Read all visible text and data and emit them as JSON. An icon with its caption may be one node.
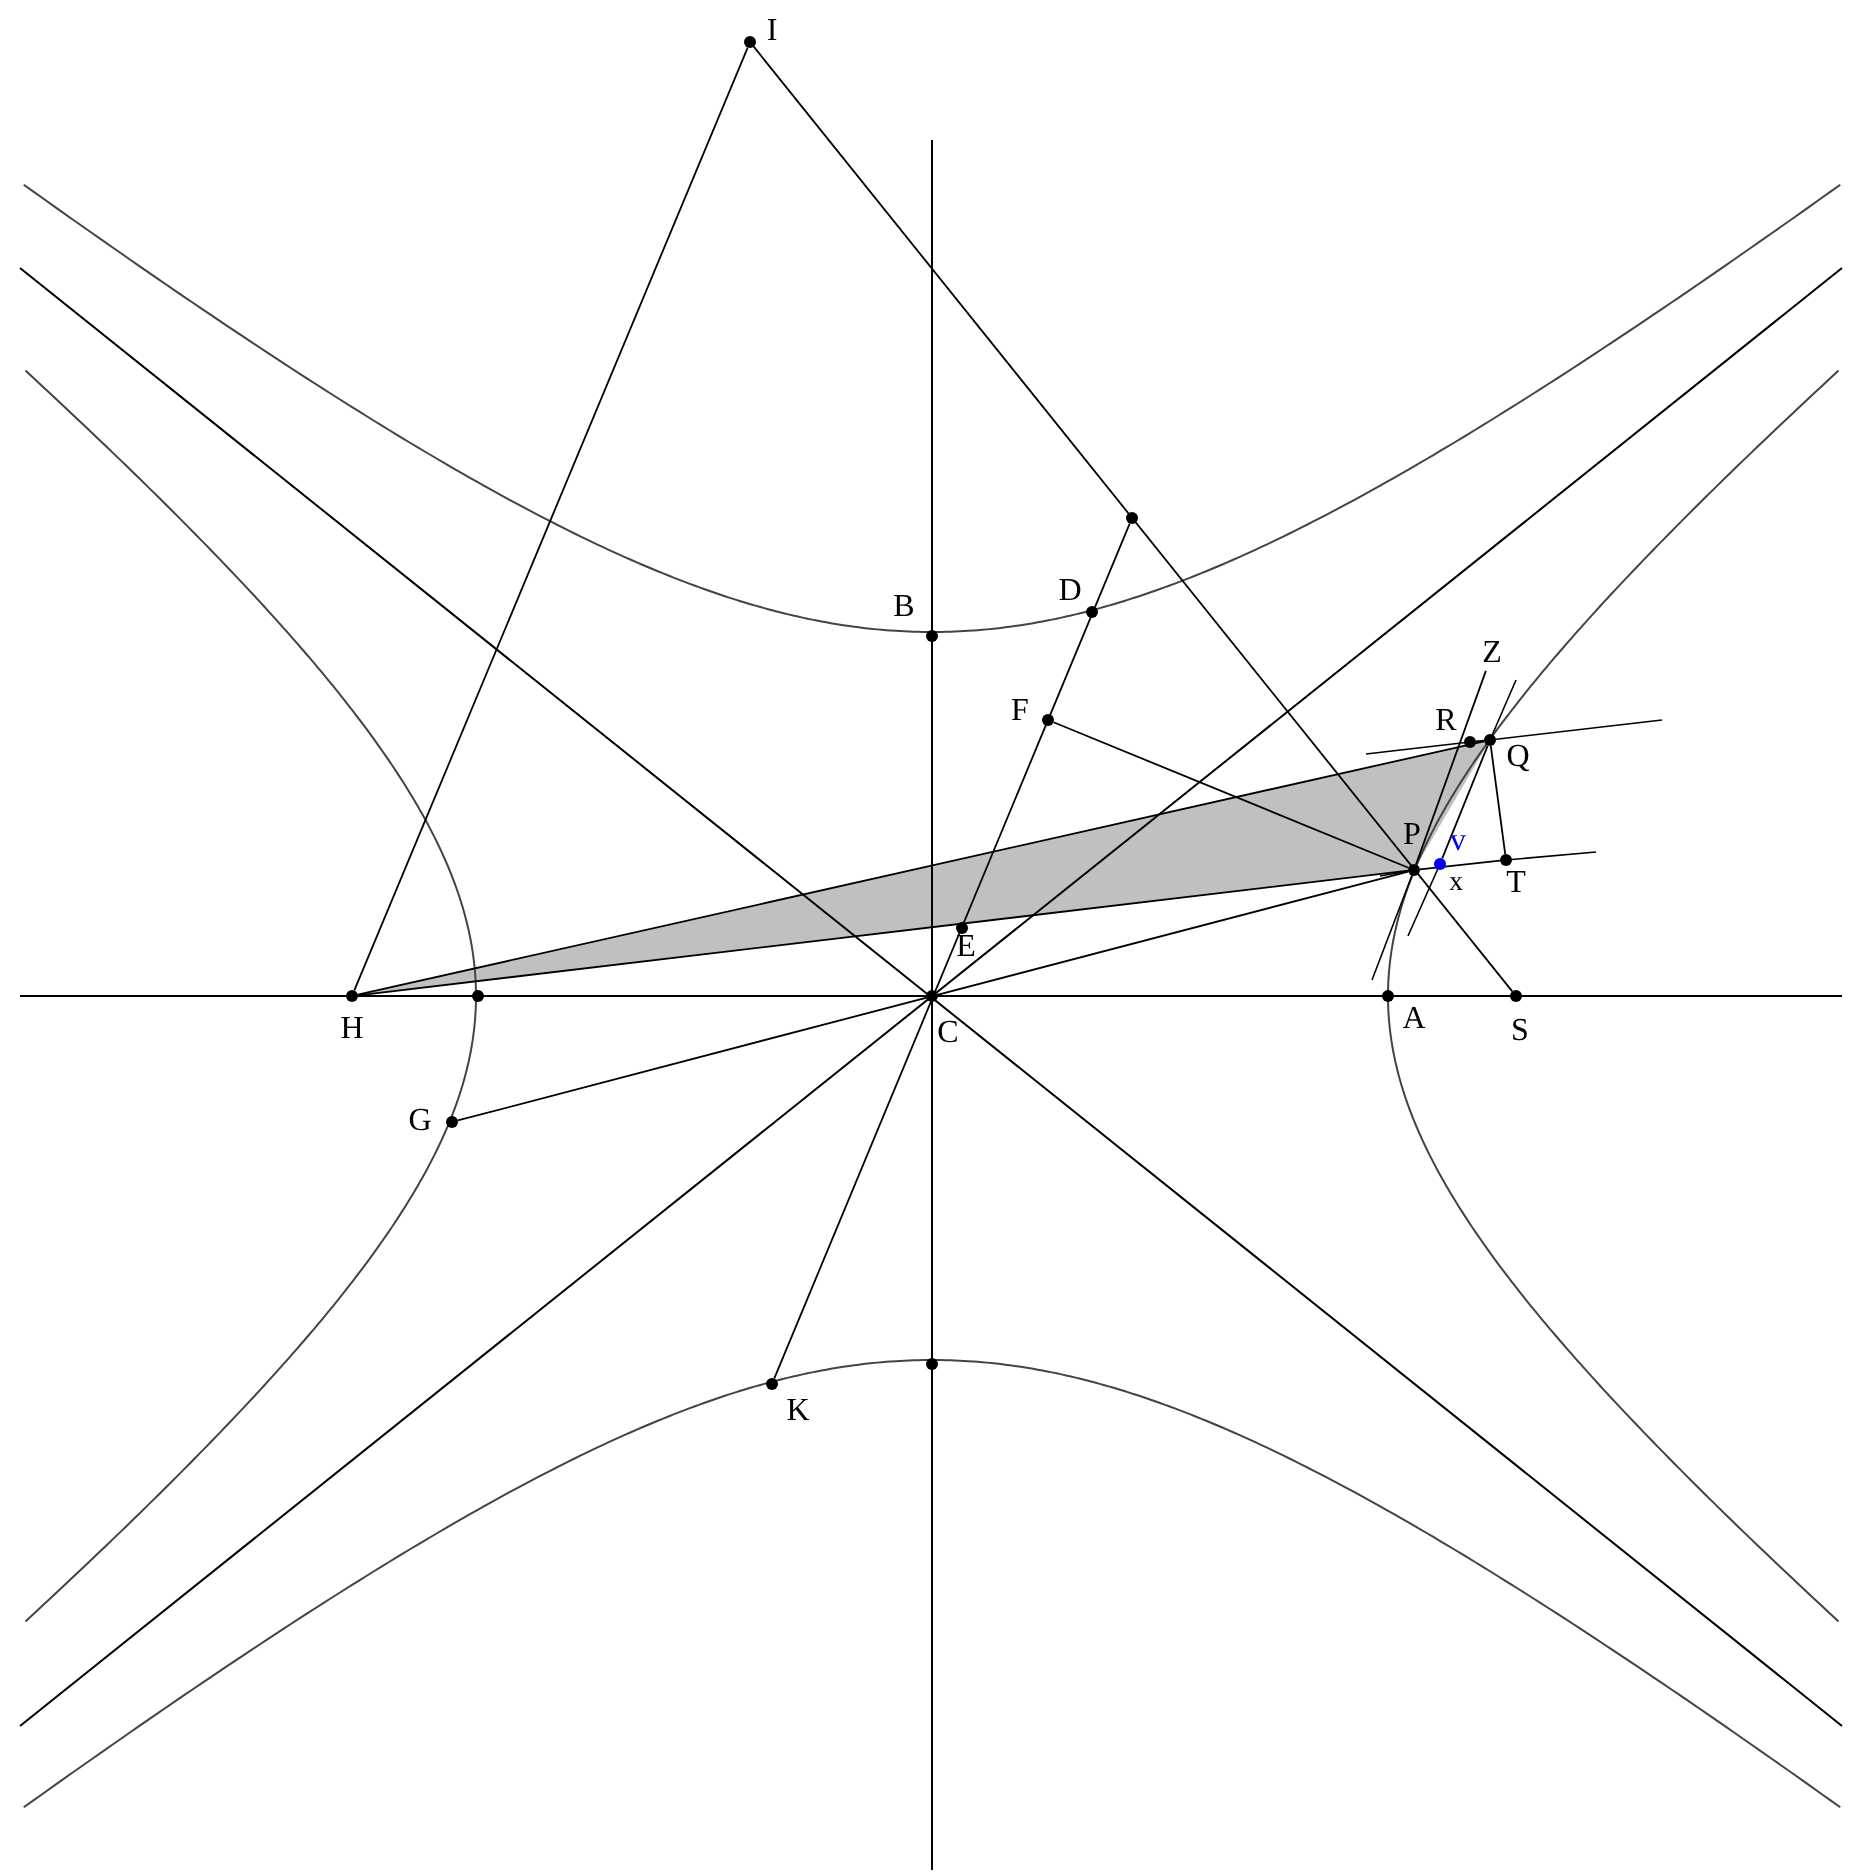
{
  "diagram": {
    "nodes": [
      {
        "text": [
          "I"
        ]
      },
      {
        "text": [],
        "shape": "circle"
      },
      {
        "text": [
          "B"
        ]
      },
      {
        "text": [
          "D"
        ]
      },
      {
        "text": [
          "F"
        ]
      },
      {
        "text": [
          "Z"
        ]
      },
      {
        "text": [
          "R"
        ]
      },
      {
        "text": [
          "Q"
        ]
      },
      {
        "text": [
          "P"
        ]
      },
      {
        "text": [
          "v"
        ]
      },
      {
        "text": [
          "T"
        ]
      },
      {
        "text": [
          "E"
        ]
      },
      {
        "text": [
          "H"
        ]
      },
      {
        "text": [],
        "shape": "circle"
      },
      {
        "text": [
          "C"
        ]
      },
      {
        "text": [
          "A"
        ]
      },
      {
        "text": [
          "S"
        ]
      },
      {
        "text": [
          "G"
        ]
      },
      {
        "text": [
          "K"
        ]
      },
      {
        "text": [],
        "shape": "circle"
      }
    ],
    "edges": [
      {
        "from": 12,
        "to": 0,
        "arrow": "none"
      },
      {
        "from": 0,
        "to": 16,
        "arrow": "none"
      },
      {
        "from": 18,
        "to": 1,
        "arrow": "none"
      },
      {
        "from": 4,
        "to": 8,
        "arrow": "none"
      },
      {
        "from": 17,
        "to": 8,
        "arrow": "none"
      },
      {
        "from": 12,
        "to": 8,
        "arrow": "none"
      },
      {
        "from": 12,
        "to": 7,
        "arrow": "none"
      },
      {
        "from": 7,
        "to": 10,
        "arrow": "none"
      },
      {
        "from": 8,
        "to": 10,
        "arrow": "none"
      },
      {
        "from": 6,
        "to": 7,
        "arrow": "none"
      },
      {
        "from": 8,
        "to": 5,
        "arrow": "none"
      },
      {
        "from": 9,
        "to": 7,
        "arrow": "none"
      }
    ],
    "labels": [
      "x"
    ]
  }
}
